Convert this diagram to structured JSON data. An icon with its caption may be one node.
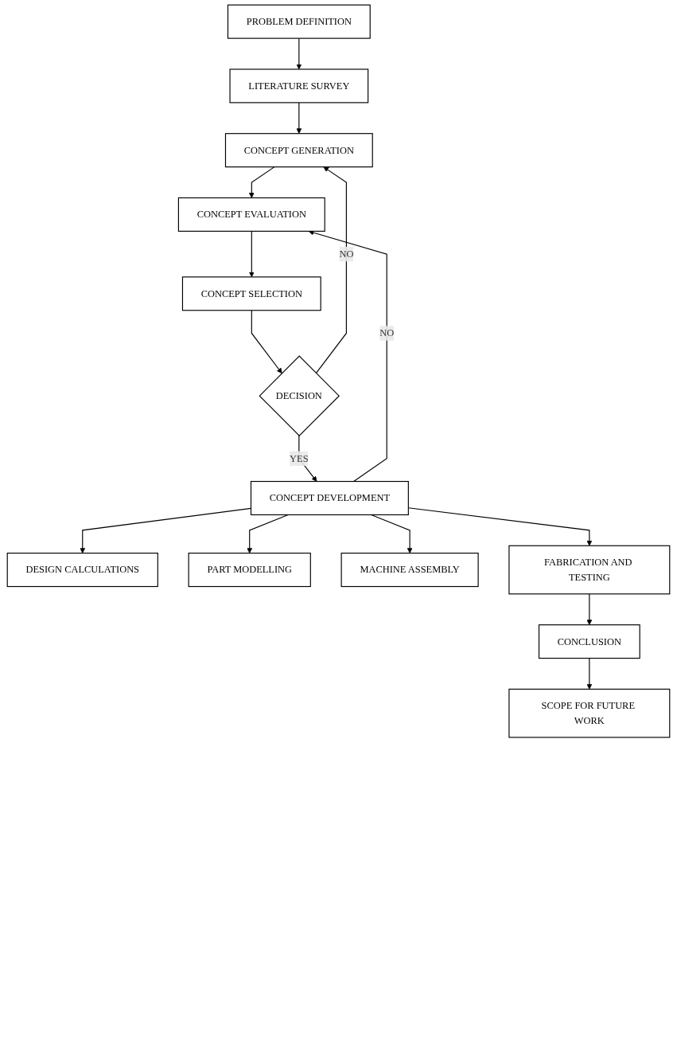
{
  "diagram": {
    "nodes": [
      {
        "text": [
          "PROBLEM DEFINITION"
        ]
      },
      {
        "text": [
          "LITERATURE SURVEY"
        ]
      },
      {
        "text": [
          "CONCEPT GENERATION"
        ]
      },
      {
        "text": [
          "CONCEPT EVALUATION"
        ]
      },
      {
        "text": [
          "CONCEPT SELECTION"
        ]
      },
      {
        "text": [
          "DECISION"
        ]
      },
      {
        "text": [
          "CONCEPT DEVELOPMENT"
        ]
      },
      {
        "text": [
          "DESIGN CALCULATIONS"
        ]
      },
      {
        "text": [
          "PART MODELLING"
        ]
      },
      {
        "text": [
          "MACHINE ASSEMBLY"
        ]
      },
      {
        "text": [
          "FABRICATION AND TESTING"
        ]
      },
      {
        "text": [
          "CONCLUSION"
        ]
      },
      {
        "text": [
          "SCOPE FOR FUTURE WORK"
        ]
      }
    ],
    "edges": [
      {
        "from": 0,
        "to": 1,
        "arrow": "to"
      },
      {
        "from": 1,
        "to": 2,
        "arrow": "to"
      },
      {
        "from": 2,
        "to": 3,
        "arrow": "to"
      },
      {
        "from": 3,
        "to": 4,
        "arrow": "to"
      },
      {
        "from": 4,
        "to": 5,
        "arrow": "to"
      },
      {
        "from": 5,
        "to": 2,
        "arrow": "to",
        "label": "NO"
      },
      {
        "from": 5,
        "to": 6,
        "arrow": "to",
        "label": "YES"
      },
      {
        "from": 6,
        "to": 7,
        "arrow": "to"
      },
      {
        "from": 6,
        "to": 8,
        "arrow": "to"
      },
      {
        "from": 6,
        "to": 9,
        "arrow": "to"
      },
      {
        "from": 6,
        "to": 3,
        "arrow": "to",
        "label": "NO"
      },
      {
        "from": 6,
        "to": 10,
        "arrow": "to"
      },
      {
        "from": 10,
        "to": 11,
        "arrow": "to"
      },
      {
        "from": 11,
        "to": 12,
        "arrow": "to"
      }
    ]
  }
}
